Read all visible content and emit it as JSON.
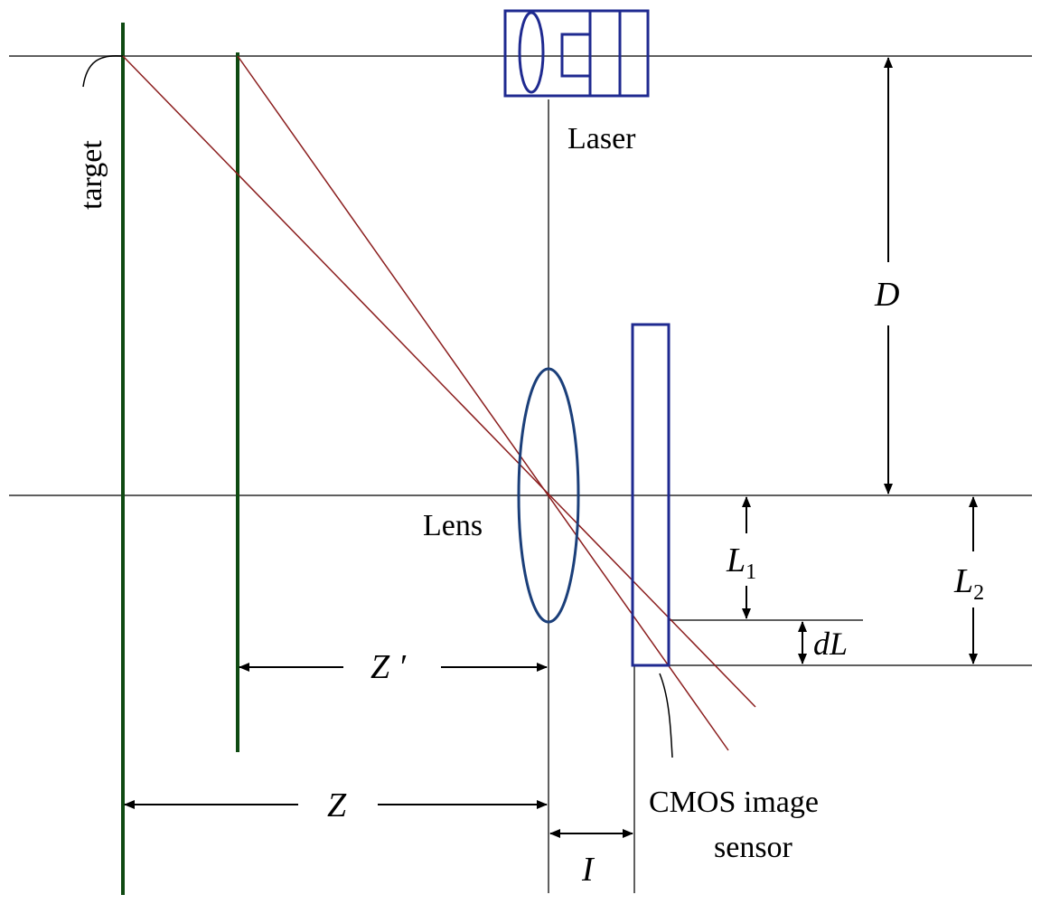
{
  "labels": {
    "target": "target",
    "laser": "Laser",
    "lens": "Lens",
    "D": "D",
    "L1_main": "L",
    "L1_sub": "1",
    "L2_main": "L",
    "L2_sub": "2",
    "dL": "dL",
    "Z_prime": "Z ′",
    "Z": "Z",
    "I": "I",
    "sensor_line1": "CMOS image",
    "sensor_line2": "sensor"
  },
  "colors": {
    "line": "#5f5f5f",
    "target_plane": "#0f4a12",
    "device_outline": "#1f2a90",
    "lens_outline": "#1b3f7a",
    "ray": "#8b1e1e",
    "arrow": "#000000"
  }
}
